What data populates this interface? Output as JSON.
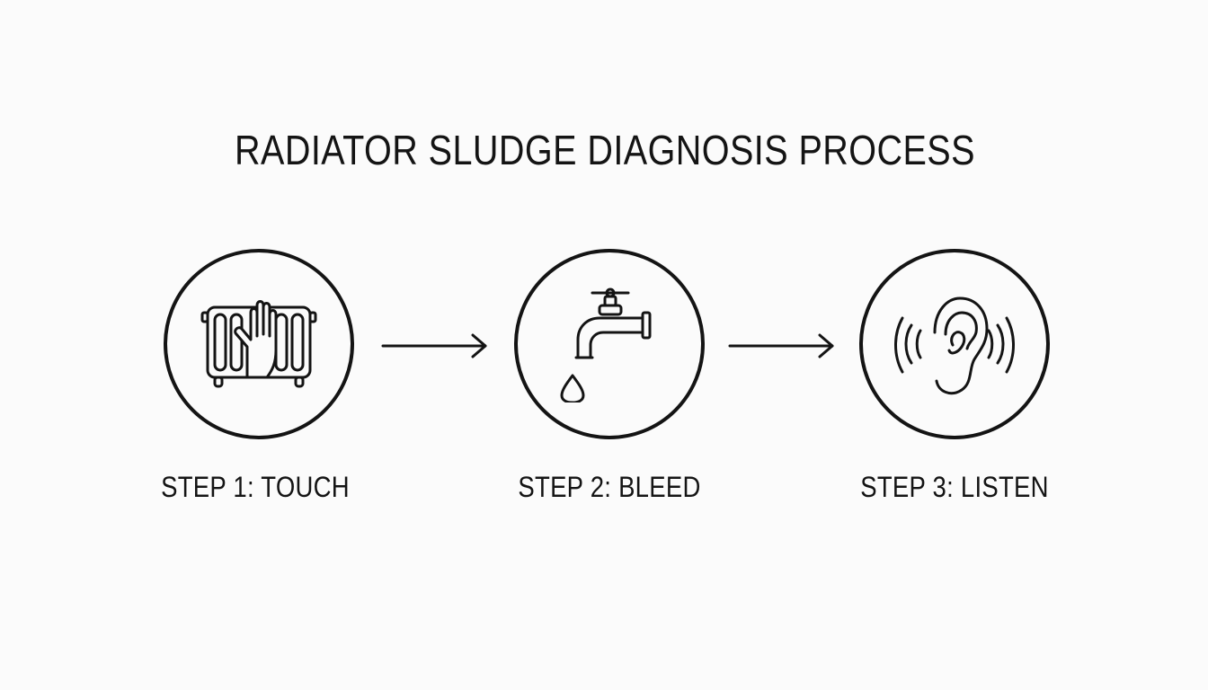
{
  "title": "RADIATOR SLUDGE DIAGNOSIS PROCESS",
  "steps": [
    {
      "label": "STEP 1: TOUCH",
      "icon": "radiator-hand-icon"
    },
    {
      "label": "STEP 2: BLEED",
      "icon": "faucet-drop-icon"
    },
    {
      "label": "STEP 3: LISTEN",
      "icon": "ear-sound-icon"
    }
  ],
  "colors": {
    "background": "#fbfbfb",
    "ink": "#141414"
  }
}
